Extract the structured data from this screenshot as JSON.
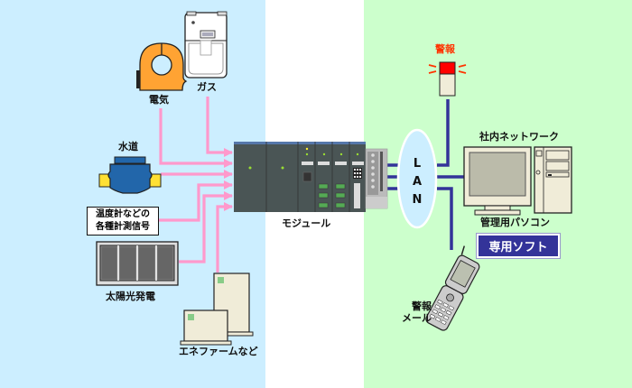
{
  "zones": {
    "left_color": "#cceeff",
    "middle_color": "#ffffff",
    "right_color": "#ccffcc"
  },
  "colors": {
    "input_line": "#ff99cc",
    "network_line": "#333399",
    "alarm_red": "#ff3300",
    "soft_button_bg": "#333399"
  },
  "inputs": {
    "electricity": {
      "label": "電気",
      "icon": "clamp-current-sensor-icon"
    },
    "gas": {
      "label": "ガス",
      "icon": "gas-meter-icon"
    },
    "water": {
      "label": "水道",
      "icon": "water-meter-icon"
    },
    "sensor_signals": {
      "line1": "温度計などの",
      "line2": "各種計測信号"
    },
    "solar": {
      "label": "太陽光発電",
      "icon": "solar-panel-icon"
    },
    "enefarm": {
      "label": "エネファームなど",
      "icon": "fuel-cell-unit-icon"
    }
  },
  "module": {
    "label": "モジュール",
    "icon": "plc-module-icon"
  },
  "network": {
    "lan": [
      "L",
      "A",
      "N"
    ],
    "alarm": {
      "label": "警報",
      "icon": "alarm-lamp-icon"
    },
    "intranet_label": "社内ネットワーク",
    "pc_label": "管理用パソコン",
    "software_label": "専用ソフト",
    "mail": {
      "line1": "警報",
      "line2": "メール",
      "icon": "mobile-phone-icon"
    }
  }
}
